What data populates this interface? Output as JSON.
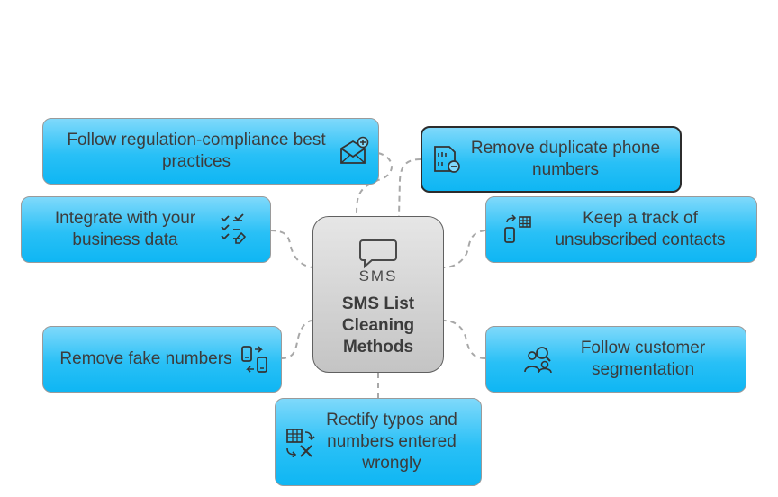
{
  "center": {
    "title": "SMS List Cleaning Methods",
    "icon": "sms-chat-icon",
    "icon_text": "SMS"
  },
  "nodes": [
    {
      "id": "regulation",
      "label": "Follow regulation-compliance best practices",
      "icon": "envelope-badge-icon"
    },
    {
      "id": "integrate",
      "label": "Integrate with your business data",
      "icon": "data-checklist-icon"
    },
    {
      "id": "fake",
      "label": "Remove fake numbers",
      "icon": "phone-swap-icon"
    },
    {
      "id": "typos",
      "label": "Rectify typos and numbers entered wrongly",
      "icon": "table-correct-icon"
    },
    {
      "id": "duplicate",
      "label": "Remove duplicate phone numbers",
      "icon": "sim-remove-icon"
    },
    {
      "id": "unsubscribed",
      "label": "Keep a track of unsubscribed contacts",
      "icon": "phone-grid-icon"
    },
    {
      "id": "segmentation",
      "label": "Follow customer segmentation",
      "icon": "people-search-icon"
    }
  ],
  "colors": {
    "node_fill": "#29c0f6",
    "node_border": "#9a9a9a",
    "center_fill": "#c4c4c4",
    "text": "#3c3c3c",
    "connector": "#a8a8a8"
  }
}
